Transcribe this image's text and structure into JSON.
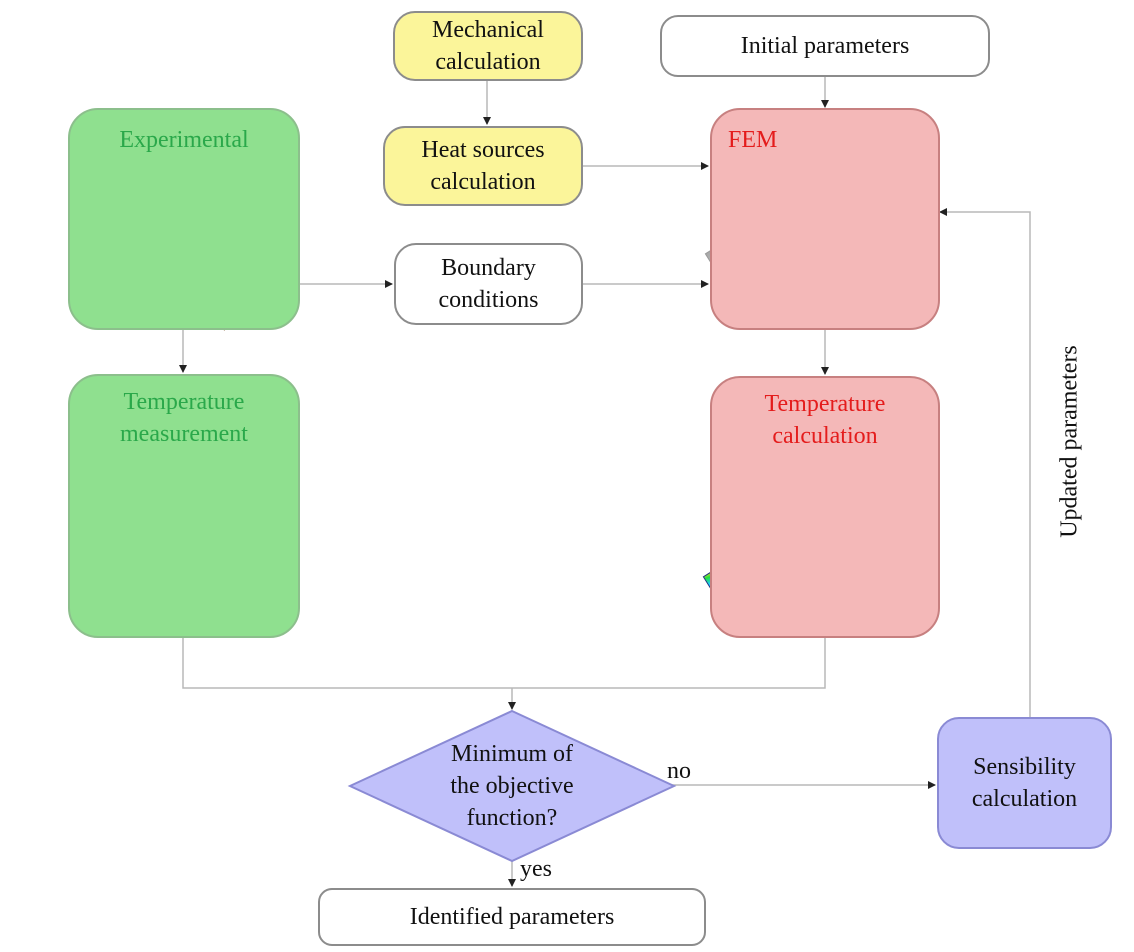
{
  "nodes": {
    "mechanical": {
      "line1": "Mechanical",
      "line2": "calculation"
    },
    "heat_sources": {
      "line1": "Heat sources",
      "line2": "calculation"
    },
    "initial_parameters": {
      "label": "Initial parameters"
    },
    "experimental": {
      "title": "Experimental"
    },
    "boundary": {
      "line1": "Boundary",
      "line2": "conditions"
    },
    "fem": {
      "title": "FEM"
    },
    "temperature_measurement": {
      "line1": "Temperature",
      "line2": "measurement"
    },
    "temperature_calculation": {
      "line1": "Temperature",
      "line2": "calculation"
    },
    "decision": {
      "line1": "Minimum of",
      "line2": "the objective",
      "line3": "function?"
    },
    "sensibility": {
      "line1": "Sensibility",
      "line2": "calculation"
    },
    "identified": {
      "label": "Identified parameters"
    }
  },
  "edge_labels": {
    "no": "no",
    "yes": "yes",
    "updated": "Updated parameters"
  },
  "colors": {
    "yellow": "#fbf59a",
    "green": "#8fe08f",
    "pink": "#f4b8b8",
    "violet": "#c0c0fa",
    "green_text": "#2aa84a",
    "red_text": "#e41c1c"
  }
}
